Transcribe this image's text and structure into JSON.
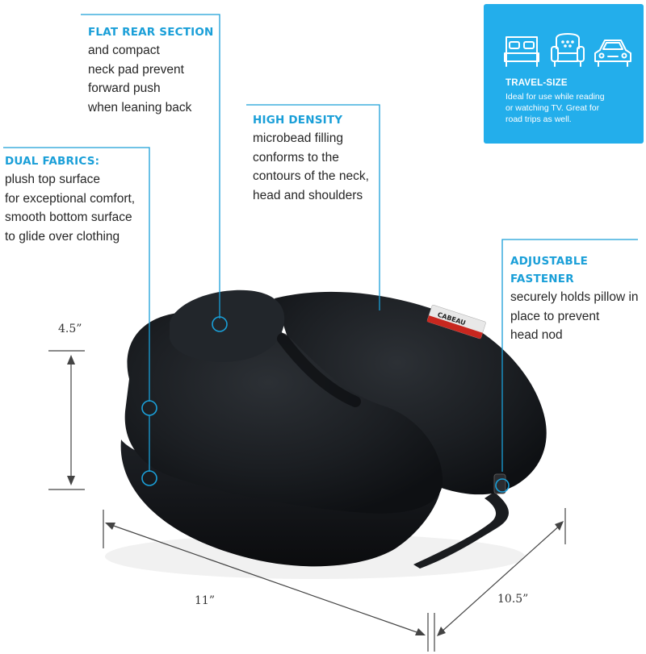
{
  "callouts": {
    "flat_rear": {
      "title": "FLAT REAR SECTION",
      "lines": [
        "and compact",
        "neck pad prevent",
        "forward push",
        "when leaning back"
      ]
    },
    "high_density": {
      "title": "HIGH DENSITY",
      "lines": [
        "microbead filling",
        "conforms to the",
        "contours of the neck,",
        "head and shoulders"
      ]
    },
    "dual_fabrics": {
      "title": "DUAL FABRICS:",
      "lines": [
        "plush top surface",
        "for exceptional comfort,",
        "smooth bottom surface",
        "to glide over clothing"
      ]
    },
    "adjustable_fastener": {
      "title": "ADJUSTABLE FASTENER",
      "lines": [
        "securely holds pillow in",
        "place to prevent",
        "head nod"
      ]
    }
  },
  "travel_box": {
    "title": "TRAVEL-SIZE",
    "lines": [
      "Ideal for use while reading",
      "or watching TV. Great for",
      "road trips as well."
    ],
    "icons": [
      "bed-icon",
      "armchair-icon",
      "car-icon"
    ]
  },
  "dimensions": {
    "height": "4.5”",
    "length": "11”",
    "width": "10.5”"
  },
  "label_tag": "CABEAU",
  "colors": {
    "accent": "#1a9fd8",
    "box_bg": "#23aeeb",
    "pillow": "#15181c"
  }
}
